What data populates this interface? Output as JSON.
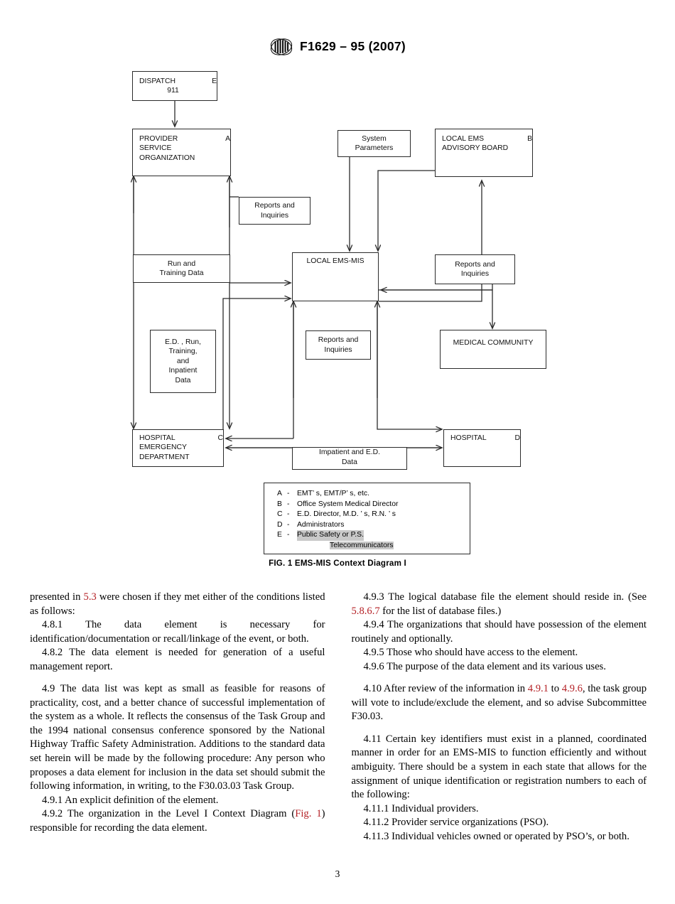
{
  "header": {
    "logo_icon": "astm-logo-icon",
    "title": "F1629 – 95 (2007)"
  },
  "figure": {
    "caption": "FIG. 1  EMS-MIS Context Diagram I",
    "boxes": {
      "dispatch": {
        "line1": "DISPATCH",
        "letter": "E",
        "line2": "911"
      },
      "provider": {
        "line1": "PROVIDER",
        "line2": "SERVICE",
        "line3": "ORGANIZATION",
        "letter": "A"
      },
      "system_parameters": {
        "line1": "System",
        "line2": "Parameters"
      },
      "advisory_board": {
        "line1": "LOCAL EMS",
        "line2": "ADVISORY BOARD",
        "letter": "B"
      },
      "reports_inquiries_1": {
        "line1": "Reports and",
        "line2": "Inquiries"
      },
      "run_training_data": {
        "line1": "Run and",
        "line2": "Training Data"
      },
      "local_ems_mis": {
        "line1": "LOCAL EMS-MIS"
      },
      "reports_inquiries_2": {
        "line1": "Reports and",
        "line2": "Inquiries"
      },
      "ed_run_training": {
        "line1": "E.D. , Run,",
        "line2": "Training,",
        "line3": "and",
        "line4": "Inpatient",
        "line5": "Data"
      },
      "reports_inquiries_3": {
        "line1": "Reports and",
        "line2": "Inquiries"
      },
      "medical_community": {
        "line1": "MEDICAL COMMUNITY"
      },
      "hospital_ed": {
        "line1": "HOSPITAL",
        "line2": "EMERGENCY",
        "line3": "DEPARTMENT",
        "letter": "C"
      },
      "impatient_ed_data": {
        "line1": "Impatient and E.D.",
        "line2": "Data"
      },
      "hospital_d": {
        "line1": "HOSPITAL",
        "letter": "D"
      }
    },
    "legend": [
      {
        "key": "A",
        "dash": "-",
        "desc": "EMT’ s, EMT/P’ s, etc.",
        "highlight": false
      },
      {
        "key": "B",
        "dash": "-",
        "desc": "Office System Medical Director",
        "highlight": false
      },
      {
        "key": "C",
        "dash": "-",
        "desc": "E.D. Director, M.D. ’ s, R.N. ’ s",
        "highlight": false
      },
      {
        "key": "D",
        "dash": "-",
        "desc": "Administrators",
        "highlight": false
      },
      {
        "key": "E",
        "dash": "-",
        "desc": "Public Safety or P.S.",
        "highlight": true
      }
    ],
    "legend_continuation": "Telecommunicators"
  },
  "body": {
    "left_column": [
      {
        "id": "para-presented",
        "indent": false,
        "gap": false,
        "segments": [
          {
            "text": "presented in ",
            "xref": false
          },
          {
            "text": "5.3",
            "xref": true
          },
          {
            "text": " were chosen if they met either of the conditions listed as follows:",
            "xref": false
          }
        ]
      },
      {
        "id": "para-4-8-1",
        "indent": true,
        "gap": false,
        "segments": [
          {
            "text": "4.8.1 The data element is necessary for identification/documentation or recall/linkage of the event, or both.",
            "xref": false
          }
        ]
      },
      {
        "id": "para-4-8-2",
        "indent": true,
        "gap": false,
        "segments": [
          {
            "text": "4.8.2 The data element is needed for generation of a useful management report.",
            "xref": false
          }
        ]
      },
      {
        "id": "para-4-9",
        "indent": true,
        "gap": true,
        "segments": [
          {
            "text": "4.9  The data list was kept as small as feasible for reasons of practicality, cost, and a better chance of successful implementation of the system as a whole. It reflects the consensus of the Task Group and the 1994 national consensus conference sponsored by the National Highway Traffic Safety Administration. Additions to the standard data set herein will be made by the following procedure: Any person who proposes a data element for inclusion in the data set should submit the following information, in writing, to the F30.03.03 Task Group.",
            "xref": false
          }
        ]
      },
      {
        "id": "para-4-9-1",
        "indent": true,
        "gap": false,
        "segments": [
          {
            "text": "4.9.1  An explicit definition of the element.",
            "xref": false
          }
        ]
      },
      {
        "id": "para-4-9-2",
        "indent": true,
        "gap": false,
        "segments": [
          {
            "text": "4.9.2  The organization in the Level I Context Diagram (",
            "xref": false
          },
          {
            "text": "Fig. 1",
            "xref": true
          },
          {
            "text": ") responsible for recording the data element.",
            "xref": false
          }
        ]
      }
    ],
    "right_column": [
      {
        "id": "para-4-9-3",
        "indent": true,
        "gap": false,
        "segments": [
          {
            "text": "4.9.3  The logical database file the element should reside in. (See ",
            "xref": false
          },
          {
            "text": "5.8.6.7",
            "xref": true
          },
          {
            "text": " for the list of database files.)",
            "xref": false
          }
        ]
      },
      {
        "id": "para-4-9-4",
        "indent": true,
        "gap": false,
        "segments": [
          {
            "text": "4.9.4  The organizations that should have possession of the element routinely and optionally.",
            "xref": false
          }
        ]
      },
      {
        "id": "para-4-9-5",
        "indent": true,
        "gap": false,
        "segments": [
          {
            "text": "4.9.5  Those who should have access to the element.",
            "xref": false
          }
        ]
      },
      {
        "id": "para-4-9-6",
        "indent": true,
        "gap": false,
        "segments": [
          {
            "text": "4.9.6  The purpose of the data element and its various uses.",
            "xref": false
          }
        ]
      },
      {
        "id": "para-4-10",
        "indent": true,
        "gap": true,
        "segments": [
          {
            "text": "4.10  After review of the information in ",
            "xref": false
          },
          {
            "text": "4.9.1",
            "xref": true
          },
          {
            "text": " to ",
            "xref": false
          },
          {
            "text": "4.9.6",
            "xref": true
          },
          {
            "text": ", the task group will vote to include/exclude the element, and so advise Subcommittee F30.03.",
            "xref": false
          }
        ]
      },
      {
        "id": "para-4-11",
        "indent": true,
        "gap": true,
        "segments": [
          {
            "text": "4.11  Certain key identifiers must exist in a planned, coordinated manner in order for an EMS-MIS to function efficiently and without ambiguity. There should be a system in each state that allows for the assignment of unique identification or registration numbers to each of the following:",
            "xref": false
          }
        ]
      },
      {
        "id": "para-4-11-1",
        "indent": true,
        "gap": false,
        "segments": [
          {
            "text": "4.11.1  Individual providers.",
            "xref": false
          }
        ]
      },
      {
        "id": "para-4-11-2",
        "indent": true,
        "gap": false,
        "segments": [
          {
            "text": "4.11.2  Provider service organizations (PSO).",
            "xref": false
          }
        ]
      },
      {
        "id": "para-4-11-3",
        "indent": true,
        "gap": false,
        "segments": [
          {
            "text": "4.11.3  Individual vehicles owned or operated by PSO’s, or both.",
            "xref": false
          }
        ]
      }
    ]
  },
  "footer": {
    "page_number": "3"
  },
  "colors": {
    "xref": "#b42025",
    "line": "#2b2b2b",
    "highlight": "#c9c9c9",
    "text": "#000000"
  }
}
